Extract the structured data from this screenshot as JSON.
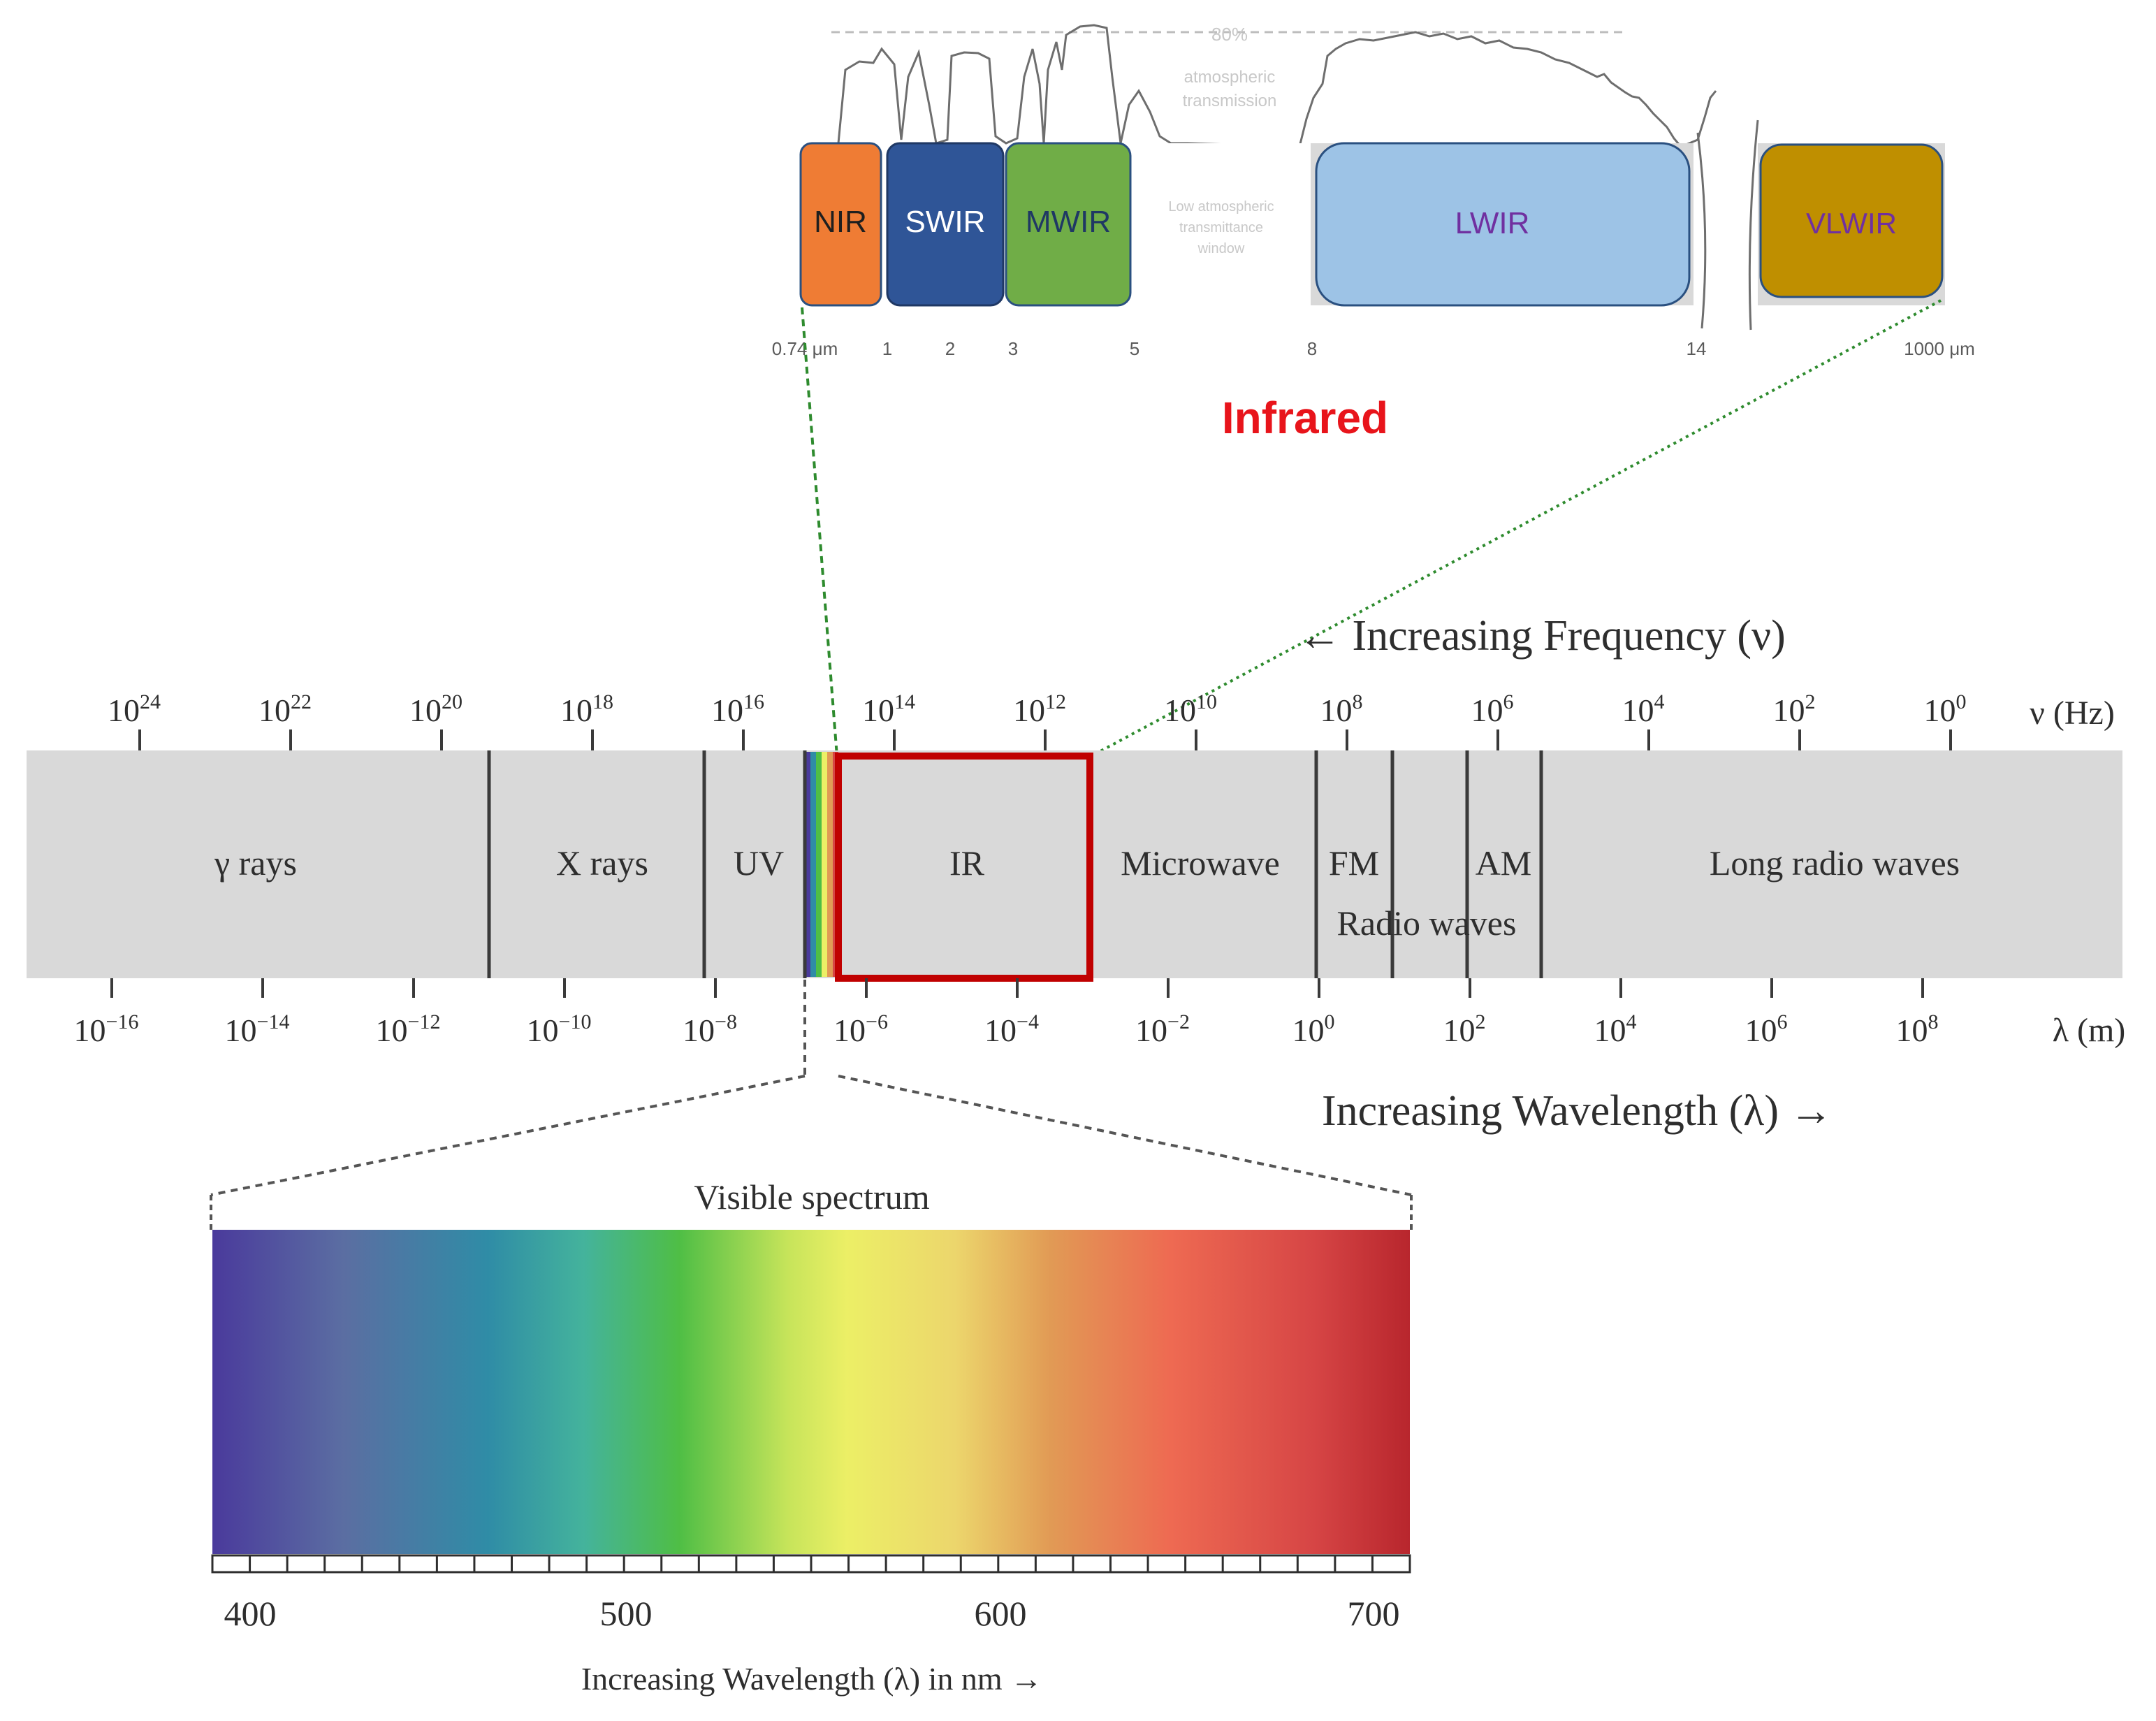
{
  "infrared_panel": {
    "title": "Infrared",
    "title_color": "#e8141b",
    "transmittance_labels": [
      "80%",
      "atmospheric",
      "transmission"
    ],
    "bands": [
      {
        "label": "NIR",
        "fill": "#ef7c34",
        "text_color": "#1f1f1f"
      },
      {
        "label": "SWIR",
        "fill": "#2f5597",
        "text_color": "#ffffff"
      },
      {
        "label": "MWIR",
        "fill": "#70ad47",
        "text_color": "#1f3864"
      },
      {
        "label": "LWIR",
        "fill": "#9dc3e6",
        "text_color": "#7030a0"
      },
      {
        "label": "VLWIR",
        "fill": "#bf8f00",
        "text_color": "#7030a0"
      }
    ],
    "low_window_label": [
      "Low atmospheric",
      "transmittance",
      "window"
    ],
    "micron_ticks": [
      "0.74 μm",
      "1",
      "2",
      "3",
      "5",
      "8",
      "14",
      "1000 μm"
    ]
  },
  "spectrum": {
    "frequency_heading": "← Increasing Frequency (ν)",
    "wavelength_heading": "Increasing Wavelength (λ) →",
    "freq_unit": "ν (Hz)",
    "wave_unit": "λ (m)",
    "freq_exponents": [
      "24",
      "22",
      "20",
      "18",
      "16",
      "14",
      "12",
      "10",
      "8",
      "6",
      "4",
      "2",
      "0"
    ],
    "wave_exponents": [
      "−16",
      "−14",
      "−12",
      "−10",
      "−8",
      "−6",
      "−4",
      "−2",
      "0",
      "2",
      "4",
      "6",
      "8"
    ],
    "regions": [
      "γ rays",
      "X rays",
      "UV",
      "IR",
      "Microwave",
      "FM",
      "AM",
      "Long radio waves"
    ],
    "radio_waves_label": "Radio waves",
    "bar_color": "#d9d9d9",
    "highlight_color": "#c00000"
  },
  "visible": {
    "title": "Visible spectrum",
    "ticks": [
      "400",
      "500",
      "600",
      "700"
    ],
    "axis_label": "Increasing Wavelength (λ) in nm →"
  }
}
